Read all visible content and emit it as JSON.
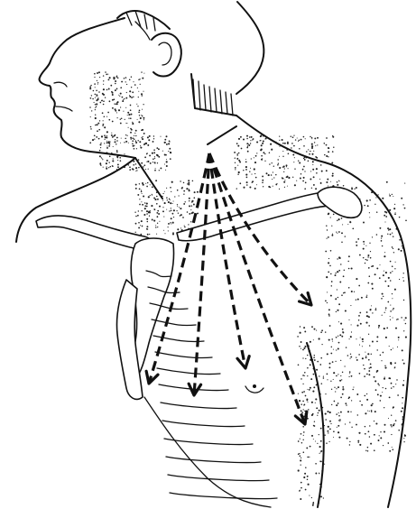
{
  "figure": {
    "kind": "anatomical line illustration",
    "subject_icon": "torso-neck-referral-pattern",
    "colors": {
      "ink": "#111111",
      "background": "#ffffff"
    },
    "arrow_count": 5
  }
}
